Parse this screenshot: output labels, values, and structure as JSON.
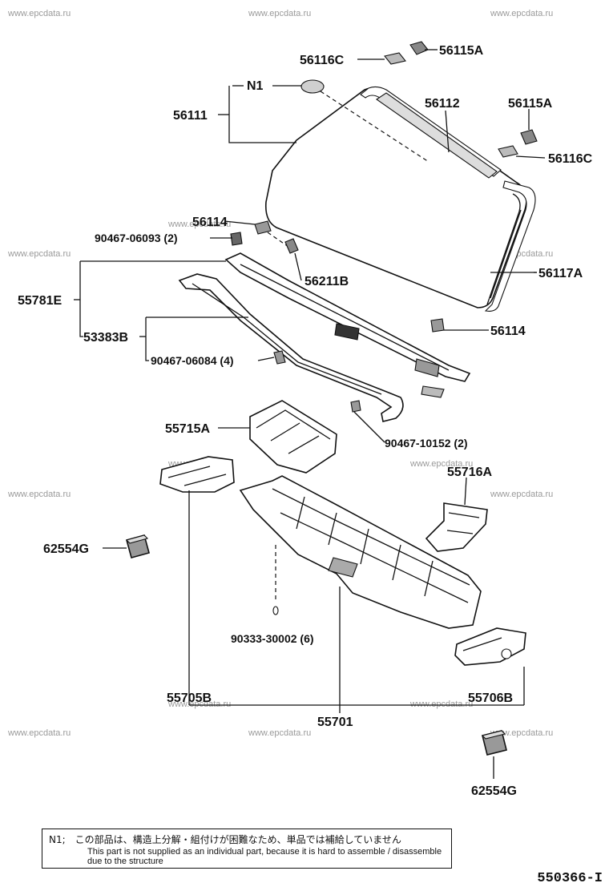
{
  "watermark": "www.epcdata.ru",
  "labels": {
    "p56116C_top": "56116C",
    "p56115A_top": "56115A",
    "n1": "N1",
    "p56111": "56111",
    "p56112": "56112",
    "p56115A_right": "56115A",
    "p56116C_right": "56116C",
    "p56114_top": "56114",
    "p90467_06093": "90467-06093 (2)",
    "p56211B": "56211B",
    "p56117A": "56117A",
    "p55781E": "55781E",
    "p53383B": "53383B",
    "p56114_mid": "56114",
    "p90467_06084": "90467-06084 (4)",
    "p55715A": "55715A",
    "p90467_10152": "90467-10152 (2)",
    "p55716A": "55716A",
    "p62554G_left": "62554G",
    "p90333_30002": "90333-30002 (6)",
    "p55705B": "55705B",
    "p55706B": "55706B",
    "p55701": "55701",
    "p62554G_bottom": "62554G"
  },
  "note": {
    "japanese": "N1;　この部品は、構造上分解・組付けが困難なため、単品では補給していません",
    "english": "This part is not supplied as an individual part, because it is hard to assemble / disassemble due to the structure"
  },
  "diagram_code": "550366-I"
}
